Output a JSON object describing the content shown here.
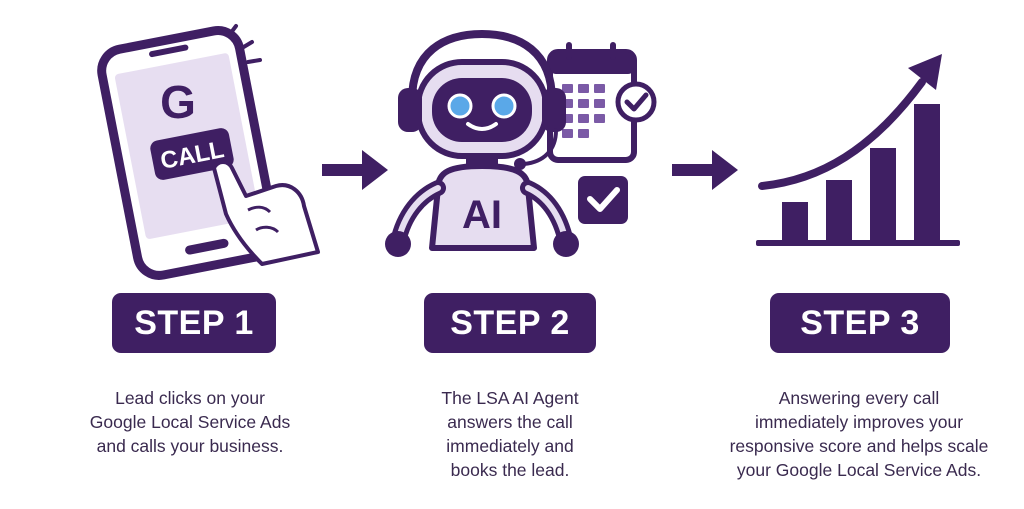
{
  "colors": {
    "primary": "#3f1f63",
    "accent": "#7b5aa6",
    "light": "#d9cfe6",
    "eye": "#5aa8e8",
    "text": "#3a2a4f"
  },
  "step1": {
    "icons": [
      "phone-icon",
      "google-g-icon",
      "hand-icon"
    ],
    "logo_letter": "G",
    "call_label": "CALL",
    "badge": "STEP 1",
    "description_lines": [
      "Lead clicks on your",
      "Google Local Service Ads",
      "and calls your business."
    ]
  },
  "step2": {
    "icons": [
      "robot-icon",
      "headset-icon",
      "calendar-icon",
      "checkmark-icon"
    ],
    "robot_label": "AI",
    "badge": "STEP 2",
    "description_lines": [
      "The LSA AI Agent",
      "answers the call",
      "immediately and",
      "books the lead."
    ]
  },
  "step3": {
    "icons": [
      "bar-chart-icon",
      "trend-arrow-icon"
    ],
    "badge": "STEP 3",
    "description_lines": [
      "Answering every call",
      "immediately improves your",
      "responsive score and helps scale",
      "your Google Local Service Ads."
    ]
  },
  "connectors": [
    "arrow-right-icon",
    "arrow-right-icon"
  ]
}
